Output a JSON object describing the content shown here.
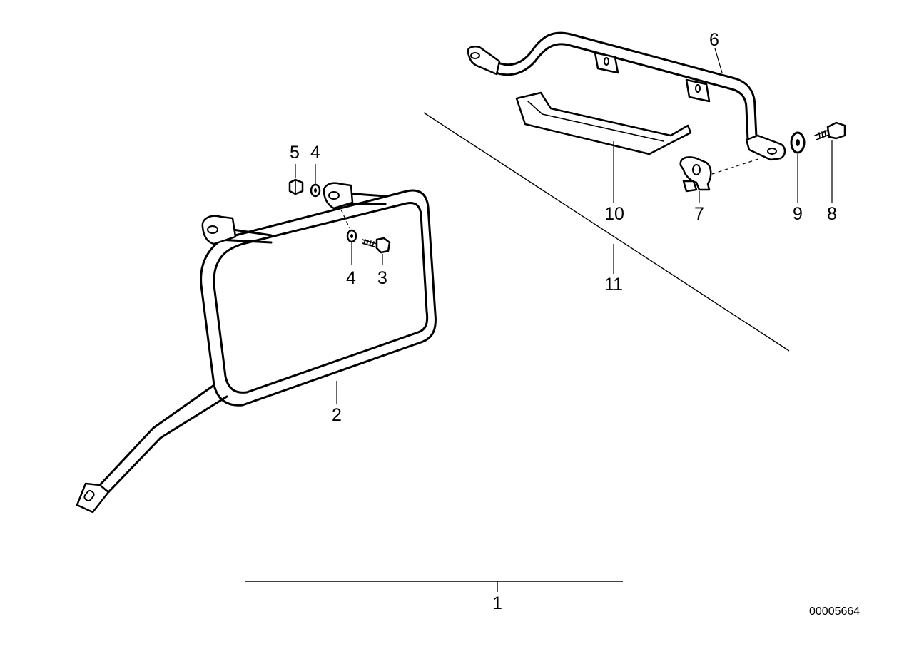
{
  "diagram": {
    "labels": {
      "l1": "1",
      "l2": "2",
      "l3": "3",
      "l4a": "4",
      "l4b": "4",
      "l5": "5",
      "l6": "6",
      "l7": "7",
      "l8": "8",
      "l9": "9",
      "l10": "10",
      "l11": "11"
    },
    "drawing_number": "00005664"
  }
}
